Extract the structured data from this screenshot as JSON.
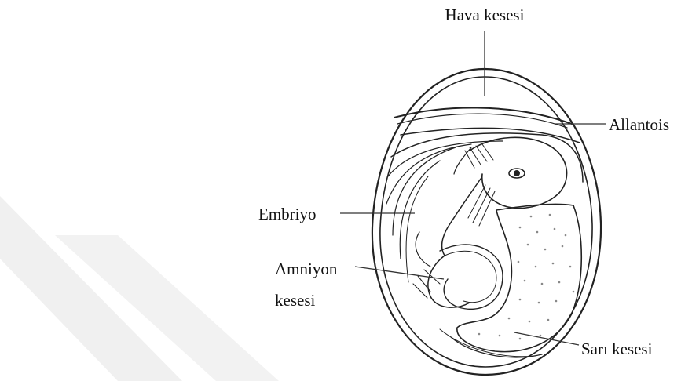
{
  "labels": {
    "air_sac": "Hava kesesi",
    "allantois": "Allantois",
    "embryo": "Embriyo",
    "amnion_line1": "Amniyon",
    "amnion_line2": "kesesi",
    "yolk_sac": "Sarı kesesi"
  },
  "colors": {
    "ink": "#222222",
    "watermark": "#f1f1f1",
    "yolk_dots": "#888888"
  }
}
